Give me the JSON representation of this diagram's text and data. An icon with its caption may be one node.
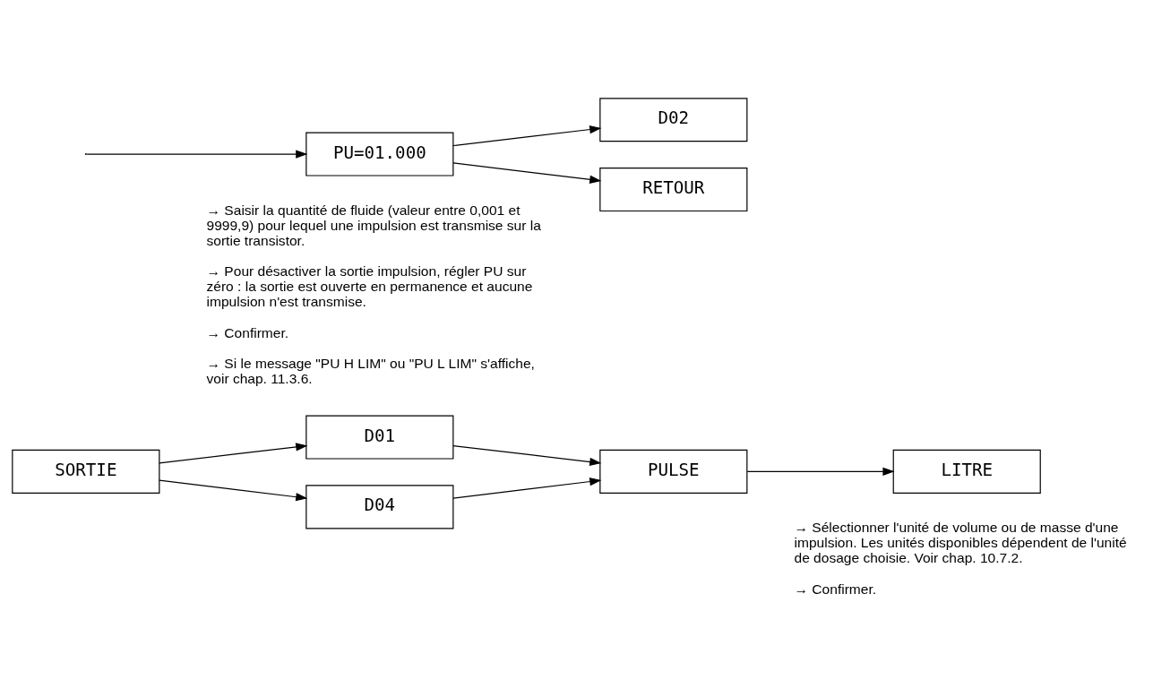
{
  "diagram": {
    "nodes": [
      {
        "text": [
          "SORTIE"
        ]
      },
      {
        "text": [
          "D01"
        ]
      },
      {
        "text": [
          "D04"
        ]
      },
      {
        "text": [
          "PULSE"
        ]
      },
      {
        "text": [
          "LITRE"
        ],
        "beside": [
          "→ Sélectionner l'unité de volume ou de masse d'une impulsion. Les unités disponibles dépendent de l'unité de dosage choisie. Voir chap. 10.7.2.",
          "→ Confirmer."
        ]
      },
      {
        "text": [
          "PU=01.000"
        ],
        "beside": [
          "→ Saisir la quantité de fluide (valeur entre 0,001 et 9999,9) pour lequel une impulsion est transmise sur la sortie transistor.",
          "→ Pour désactiver la sortie impulsion, régler PU sur zéro : la sortie est ouverte en permanence et aucune impulsion n'est transmise.",
          "→ Confirmer.",
          "→ Si le message \"PU H LIM\" ou \"PU L LIM\" s'affiche, voir chap. 11.3.6."
        ]
      },
      {
        "text": [
          "D02"
        ]
      },
      {
        "text": [
          "RETOUR"
        ]
      }
    ],
    "edges": [
      {
        "from": 0,
        "to": 1,
        "arrow": "to"
      },
      {
        "from": 0,
        "to": 2,
        "arrow": "to"
      },
      {
        "from": 1,
        "to": 3,
        "arrow": "to"
      },
      {
        "from": 2,
        "to": 3,
        "arrow": "to"
      },
      {
        "from": 3,
        "to": 4,
        "arrow": "to"
      },
      {
        "from": null,
        "to": 5,
        "arrow": "to"
      },
      {
        "from": 5,
        "to": 6,
        "arrow": "to"
      },
      {
        "from": 5,
        "to": 7,
        "arrow": "to"
      }
    ]
  }
}
